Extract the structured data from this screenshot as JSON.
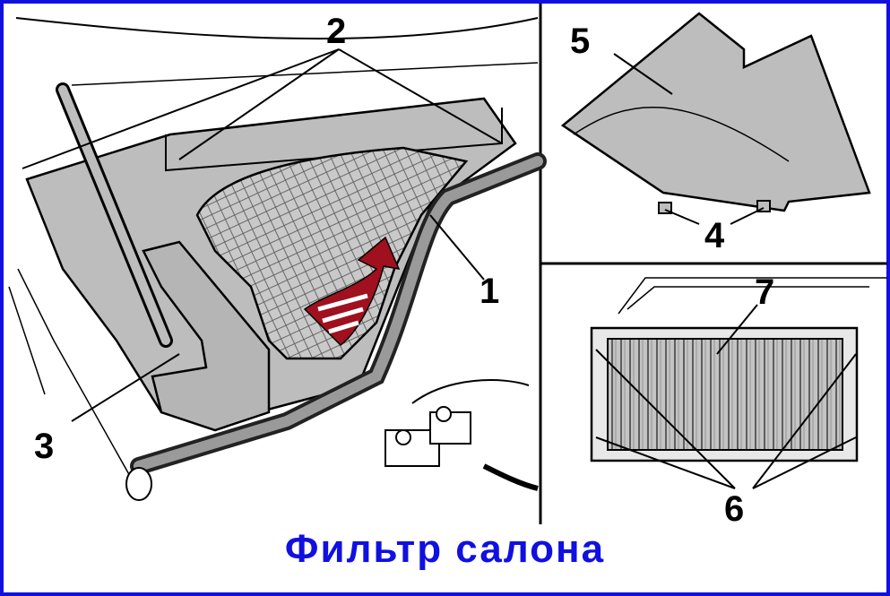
{
  "caption": "Фильтр салона",
  "callouts": {
    "c1": "1",
    "c2": "2",
    "c3": "3",
    "c4": "4",
    "c5": "5",
    "c6": "6",
    "c7": "7"
  },
  "colors": {
    "border": "#1010e0",
    "caption": "#1010e0",
    "part_gray": "#bdbdbd",
    "arrow_red": "#a0101e"
  }
}
